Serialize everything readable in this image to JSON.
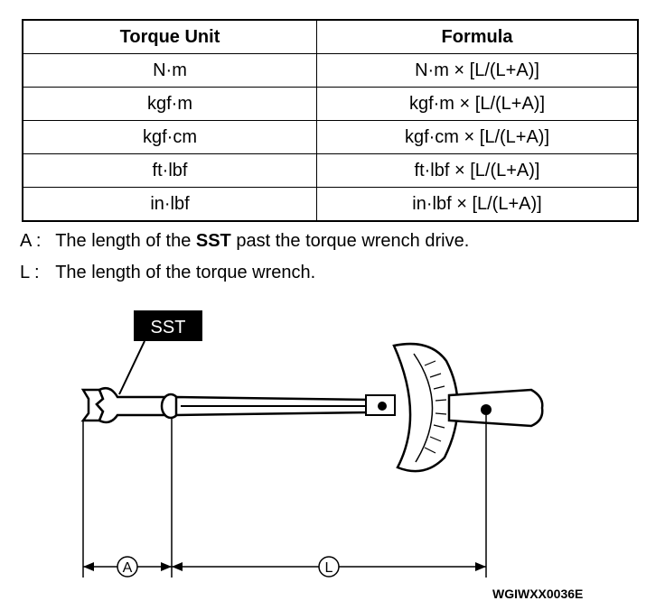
{
  "table": {
    "headers": [
      "Torque Unit",
      "Formula"
    ],
    "rows": [
      {
        "unit": "N·m",
        "formula": "N·m × [L/(L+A)]"
      },
      {
        "unit": "kgf·m",
        "formula": "kgf·m × [L/(L+A)]"
      },
      {
        "unit": "kgf·cm",
        "formula": "kgf·cm × [L/(L+A)]"
      },
      {
        "unit": "ft·lbf",
        "formula": "ft·lbf × [L/(L+A)]"
      },
      {
        "unit": "in·lbf",
        "formula": "in·lbf × [L/(L+A)]"
      }
    ]
  },
  "notes": {
    "a": {
      "key": "A",
      "sep": ":",
      "pre": "The length of the",
      "bold": "SST",
      "post": "past the torque wrench drive."
    },
    "l": {
      "key": "L",
      "sep": ":",
      "text": "The length of the torque wrench."
    }
  },
  "diagram": {
    "sst_label": "SST",
    "dim_a": "A",
    "dim_l": "L",
    "figure_code": "WGIWXX0036E"
  }
}
